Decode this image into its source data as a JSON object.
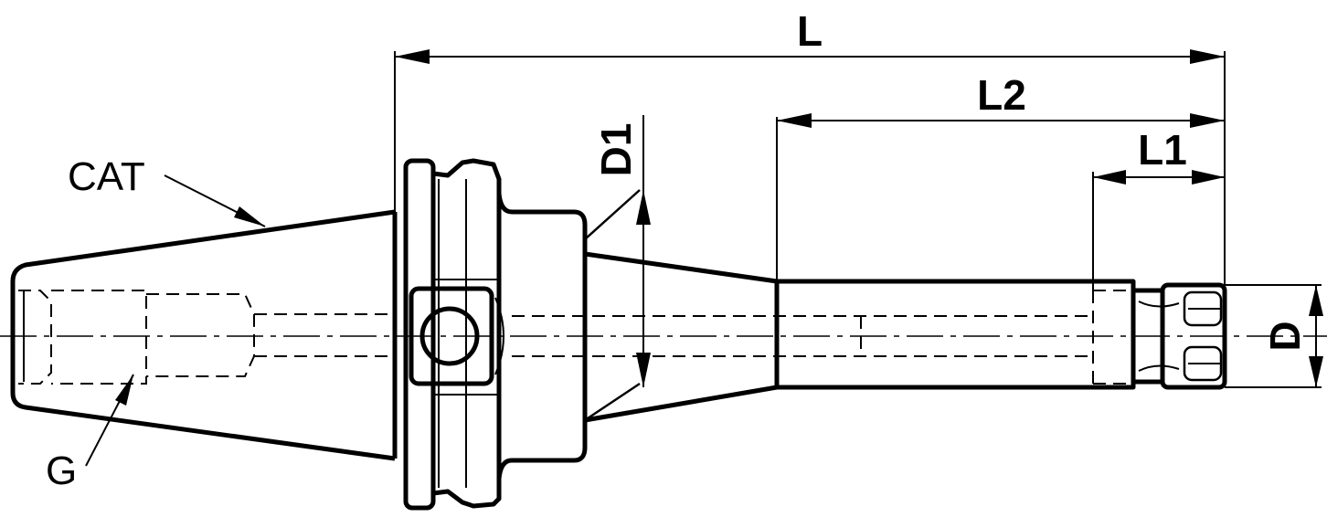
{
  "labels": {
    "L": "L",
    "L2": "L2",
    "L1": "L1",
    "D1": "D1",
    "D": "D",
    "CAT": "CAT",
    "G": "G"
  }
}
